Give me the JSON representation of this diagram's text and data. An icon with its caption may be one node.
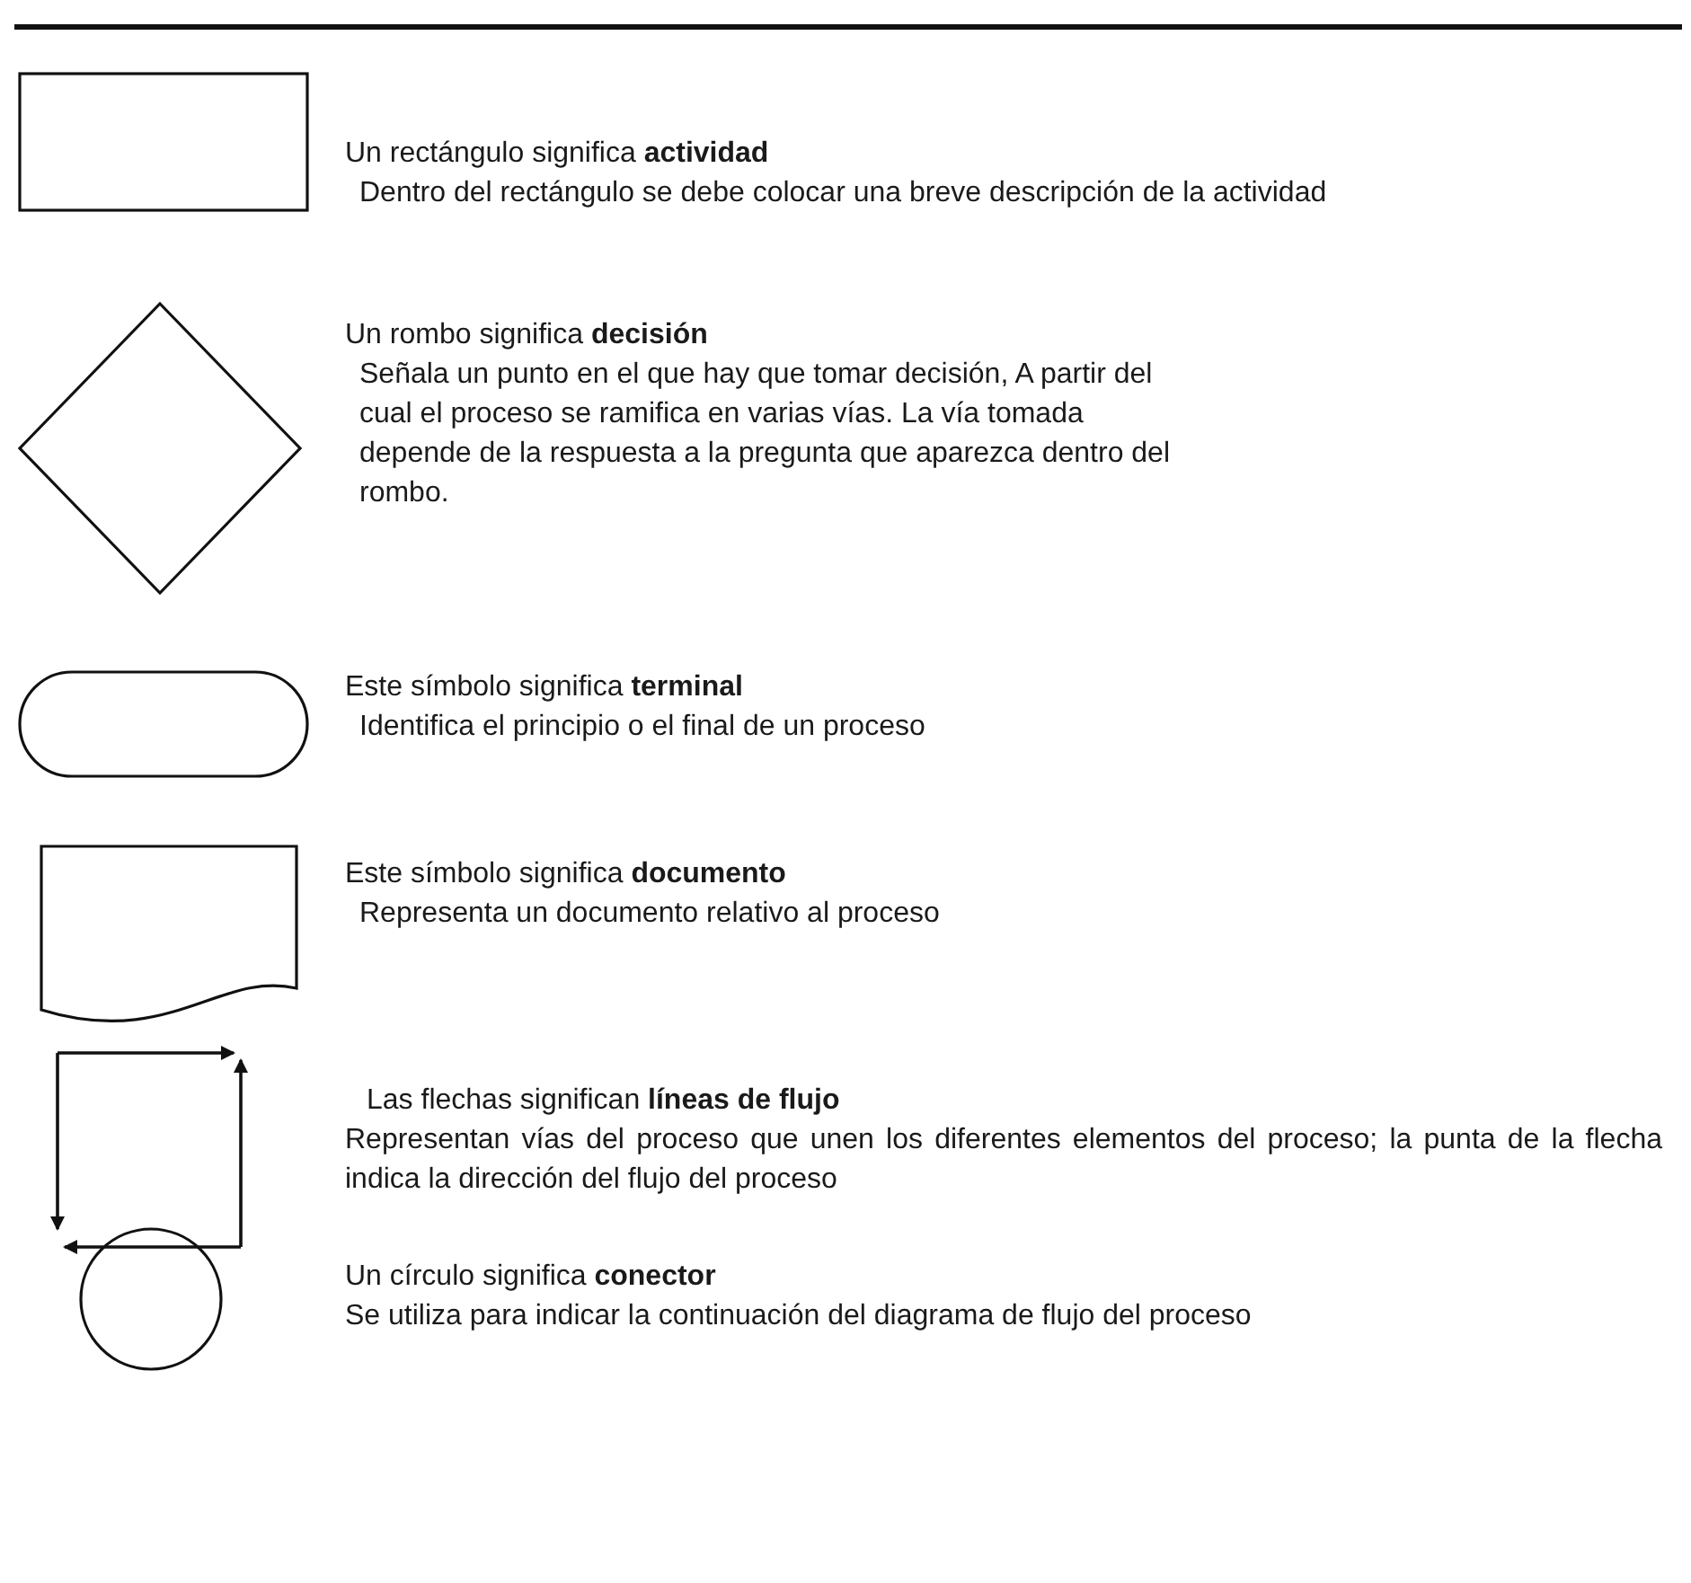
{
  "diagram": {
    "nodes": [
      {
        "text": [],
        "shape": "box",
        "beside": [
          "Un rectángulo significa **actividad**",
          "Dentro del rectángulo se debe colocar una breve descripción de la actividad"
        ]
      },
      {
        "text": [],
        "shape": "diamond",
        "beside": [
          "Un rombo significa **decisión**",
          "Señala un punto en el que hay que tomar decisión, A partir del cual el proceso se ramifica en varias vías. La vía tomada depende de la respuesta a la pregunta que aparezca dentro del rombo."
        ]
      },
      {
        "text": [],
        "shape": "pill",
        "beside": [
          "Este símbolo significa **terminal**",
          "Identifica el principio o el final de un proceso"
        ]
      },
      {
        "text": [],
        "shape": "document",
        "beside": [
          "Este símbolo significa **documento**",
          "Representa un documento relativo al proceso"
        ]
      },
      {
        "text": [],
        "shape": "circle",
        "beside": [
          "Un círculo significa **conector**",
          "Se utiliza para indicar la continuación del diagrama de flujo del proceso"
        ]
      }
    ],
    "labels": [
      "Las flechas significan **líneas de flujo**",
      "Representan vías del proceso que unen los diferentes elementos del proceso; la punta de la flecha indica la dirección del flujo del proceso"
    ]
  }
}
